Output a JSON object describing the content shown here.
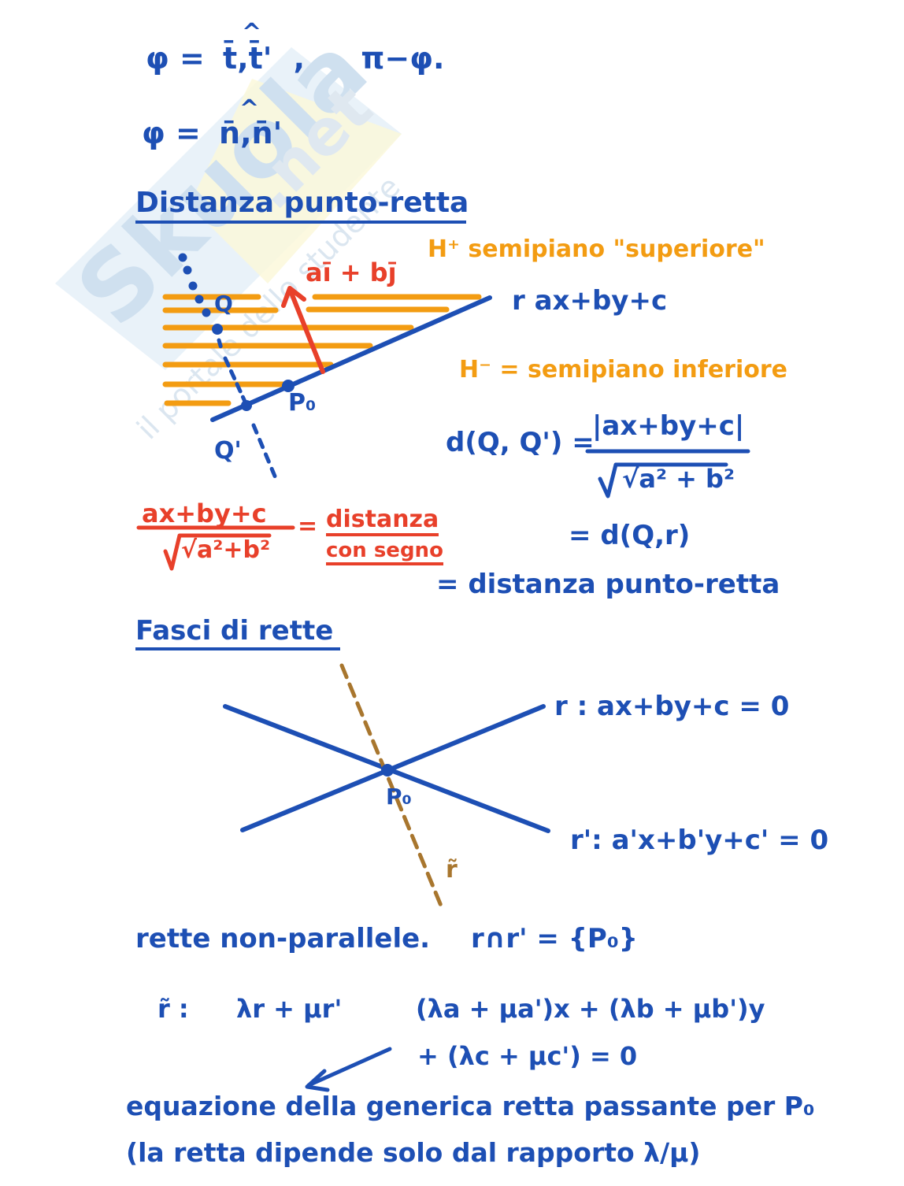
{
  "watermark": {
    "brand": "Skuola",
    "tld": ".net",
    "tagline": "il portale dello studente"
  },
  "angles": {
    "line1": {
      "lhs": "φ =",
      "rhs": "t̄,t̄'",
      "hat": "^",
      "sep": ",",
      "alt": "π−φ."
    },
    "line2": {
      "lhs": "φ =",
      "rhs": "n̄,n̄'",
      "hat": "^"
    }
  },
  "section_distance": {
    "title": "Distanza punto-retta",
    "diagram": {
      "vector_label": "aī + bj̄",
      "point_Q": "Q",
      "point_Q_prime": "Q'",
      "point_P0": "P₀",
      "line_label": "r"
    },
    "h_plus": "H⁺ semipiano \"superiore\"",
    "line_expr": "r  ax+by+c",
    "h_minus": "H⁻ = semipiano inferiore",
    "formula": {
      "lhs": "d(Q, Q') =",
      "numerator": "|ax+by+c|",
      "denominator": "√a² + b²"
    },
    "eq_dqr": "= d(Q,r)",
    "eq_name": "= distanza punto-retta",
    "signed": {
      "numerator": "ax+by+c",
      "denominator": "√a²+b²",
      "equals": "=",
      "label_line1": "distanza",
      "label_line2": "con segno"
    }
  },
  "section_pencil": {
    "title": "Fasci di rette",
    "diagram": {
      "point_P0": "P₀",
      "r_tilde": "r̃"
    },
    "eq_r": "r :  ax+by+c = 0",
    "eq_r_prime": "r':  a'x+b'y+c' = 0",
    "non_parallel": "rette non-parallele.",
    "intersection": "r∩r' = {P₀}",
    "combo_label": "r̃ :",
    "combo_expr": "λr + μr'",
    "expand_line1": "(λa + μa')x + (λb + μb')y",
    "expand_line2": "+ (λc + μc') = 0",
    "desc_line1": "equazione della generica retta passante per P₀",
    "desc_line2": "(la retta dipende solo dal rapporto λ/μ)"
  },
  "colors": {
    "blue": "#1d4fb4",
    "orange": "#f39c12",
    "red": "#e8402a",
    "brown": "#a8762e",
    "watermark_blue": "#d6e6f3",
    "watermark_yellow": "#fbf6c8"
  }
}
